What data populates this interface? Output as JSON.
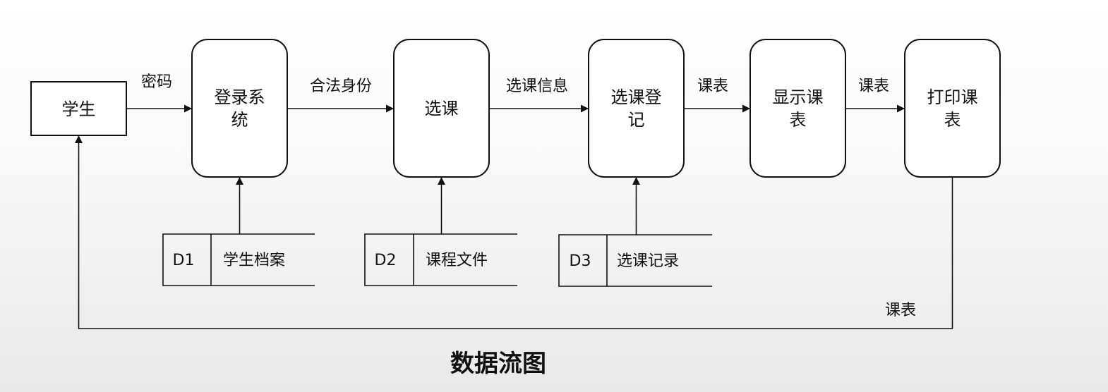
{
  "title": "数据流图",
  "entity": {
    "label": "学生"
  },
  "processes": [
    {
      "lines": [
        "登录系",
        "统"
      ]
    },
    {
      "lines": [
        "选课"
      ]
    },
    {
      "lines": [
        "选课登",
        "记"
      ]
    },
    {
      "lines": [
        "显示课",
        "表"
      ]
    },
    {
      "lines": [
        "打印课",
        "表"
      ]
    }
  ],
  "data_stores": [
    {
      "id": "D1",
      "name": "学生档案"
    },
    {
      "id": "D2",
      "name": "课程文件"
    },
    {
      "id": "D3",
      "name": "选课记录"
    }
  ],
  "flows": {
    "student_to_login": "密码",
    "login_to_select": "合法身份",
    "select_to_register": "选课信息",
    "register_to_display": "课表",
    "display_to_print": "课表",
    "print_to_student": "课表"
  },
  "colors": {
    "stroke": "#111111",
    "box_fill": "#ffffff",
    "text": "#111111"
  }
}
